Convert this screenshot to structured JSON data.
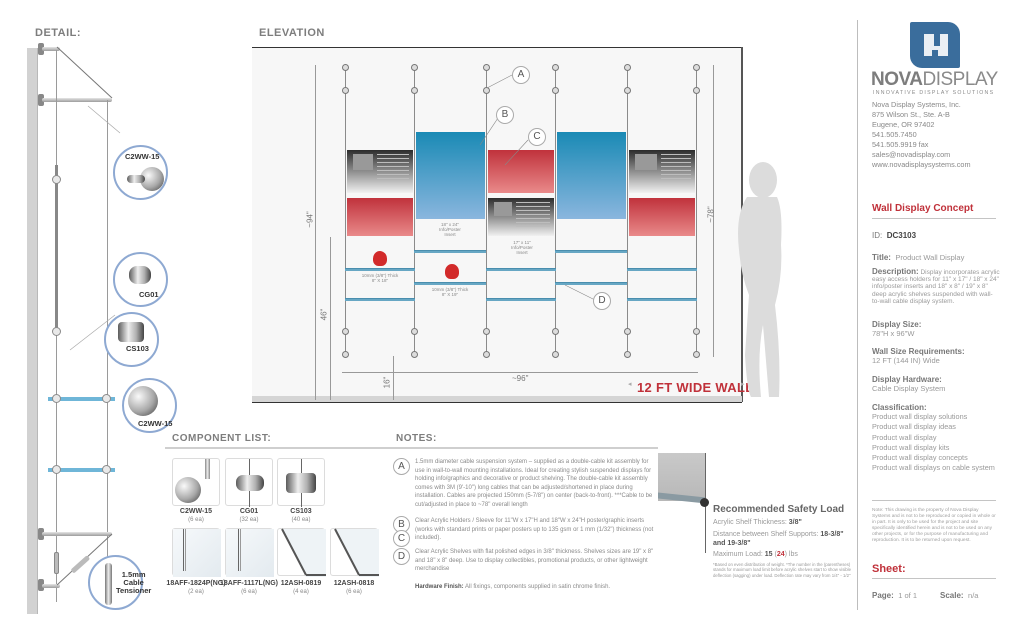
{
  "detail": {
    "title": "DETAIL:",
    "callouts": [
      "C2WW-15",
      "CG01",
      "CS103",
      "C2WW-15"
    ],
    "tensioner_label": [
      "1.5mm",
      "Cable",
      "Tensioner"
    ]
  },
  "elevation": {
    "title": "ELEVATION",
    "bubbles": [
      "A",
      "B",
      "C",
      "D"
    ],
    "dimensions": {
      "overall_height": "~94\"",
      "display_height": "~78\"",
      "shelf_height": "46\"",
      "floor_offset": "16\"",
      "display_width": "~96\""
    },
    "panel_labels": {
      "large": [
        "18\" x 24\"",
        "Info/Poster",
        "Insert"
      ],
      "small": [
        "17\" x 11\"",
        "Info/Poster",
        "Insert"
      ]
    },
    "shelf_labels": {
      "shelf1": [
        "10mm (3/8\") Thick",
        "8\" X 18\""
      ],
      "shelf2": [
        "10mm (3/8\") Thick",
        "8\" X 19\""
      ]
    },
    "wall_label": "12 FT WIDE WALL",
    "colors": {
      "blue": "#1a8ab5",
      "red": "#c0323c",
      "shelf": "#67a7c4"
    }
  },
  "components": {
    "title": "COMPONENT LIST:",
    "items": [
      {
        "name": "C2WW-15",
        "qty": "(6 ea)"
      },
      {
        "name": "CG01",
        "qty": "(32 ea)"
      },
      {
        "name": "CS103",
        "qty": "(40 ea)"
      },
      {
        "name": "18AFF-1824P(NG)",
        "qty": "(2 ea)"
      },
      {
        "name": "18AFF-1117L(NG)",
        "qty": "(6 ea)"
      },
      {
        "name": "12ASH-0819",
        "qty": "(4 ea)"
      },
      {
        "name": "12ASH-0818",
        "qty": "(6 ea)"
      }
    ]
  },
  "notes": {
    "title": "NOTES:",
    "items": [
      {
        "letter": "A",
        "text": "1.5mm diameter cable suspension system – supplied as a double-cable kit assembly for use in wall-to-wall mounting installations. Ideal for creating stylish suspended displays for holding info/graphics and decorative or product shelving. The double-cable kit assembly comes with 3M (9'-10\") long cables that can be adjusted/shortened in place during installation. Cables are projected 150mm (5-7/8\") on center (back-to-front). ***Cable to be cut/adjusted in place to ~78\" overall length"
      },
      {
        "letter": "B",
        "text": "Clear Acrylic Holders / Sleeve for 11\"W x 17\"H and 18\"W x 24\"H poster/graphic inserts (works with standard prints or paper posters up to 135 gsm or 1 mm (1/32\") thickness (not included)."
      },
      {
        "letter": "C",
        "text": ""
      },
      {
        "letter": "D",
        "text": "Clear Acrylic Shelves with flat polished edges in 3/8\" thickness. Shelves sizes are 19\" x 8\" and 18\" x 8\" deep. Use to display collectibles, promotional products, or other lightweight merchandise"
      }
    ],
    "hardware_label": "Hardware Finish:",
    "hardware_text": "All fixings, components supplied in satin chrome finish."
  },
  "safety": {
    "title": "Recommended Safety Load",
    "thickness_label": "Acrylic Shelf Thickness:",
    "thickness_value": "3/8\"",
    "distance_label": "Distance between Shelf Supports:",
    "distance_value": "18-3/8\" and 19-3/8\"",
    "max_label": "Maximum Load:",
    "max_value": "15",
    "max_paren": "24",
    "max_unit": "lbs",
    "fine_print": "*Based on even distribution of weight. *The number in the (parentheses) stands for maximum load limit before acrylic shelves start to show visible deflection (sagging) under load. Deflection rate may vary from 1/4\" - 1/2\""
  },
  "sidebar": {
    "brand_bold": "NOVA",
    "brand_light": "DISPLAY",
    "tagline": "INNOVATIVE DISPLAY SOLUTIONS",
    "contact": [
      "Nova Display Systems, Inc.",
      "875 Wilson St., Ste. A-B",
      "Eugene, OR 97402",
      "541.505.7450",
      "541.505.9919 fax",
      "sales@novadisplay.com",
      "www.novadisplaysystems.com"
    ],
    "concept_title": "Wall Display Concept",
    "id_label": "ID:",
    "id_value": "DC3103",
    "title_label": "Title:",
    "title_value": "Product Wall Display",
    "description_label": "Description:",
    "description_value": "Display incorporates acrylic easy access holders for 11\" x 17\" / 18\" x 24\" info/poster inserts and 18\" x 8\" / 19\" x 8\" deep acrylic shelves suspended with wall-to-wall cable display system.",
    "display_size_label": "Display Size:",
    "display_size_value": "78\"H x 96\"W",
    "wall_size_label": "Wall Size Requirements:",
    "wall_size_value": "12 FT (144 IN) Wide",
    "hardware_label": "Display Hardware:",
    "hardware_value": "Cable Display System",
    "classification_label": "Classification:",
    "classification": [
      "Product wall display solutions",
      "Product wall display ideas",
      "Product wall display",
      "Product wall display kits",
      "Product wall display concepts",
      "Product wall displays on cable system"
    ],
    "legal_note": "Note: This drawing is the property of Nova Display Systems and is not to be reproduced or copied in whole or in part. It is only to be used for the project and site specifically identified herein and is not to be used on any other projects, or for the purpose of manufacturing and reproduction. It is to be returned upon request.",
    "sheet_title": "Sheet:",
    "page_label": "Page:",
    "page_value": "1 of 1",
    "scale_label": "Scale:",
    "scale_value": "n/a"
  }
}
